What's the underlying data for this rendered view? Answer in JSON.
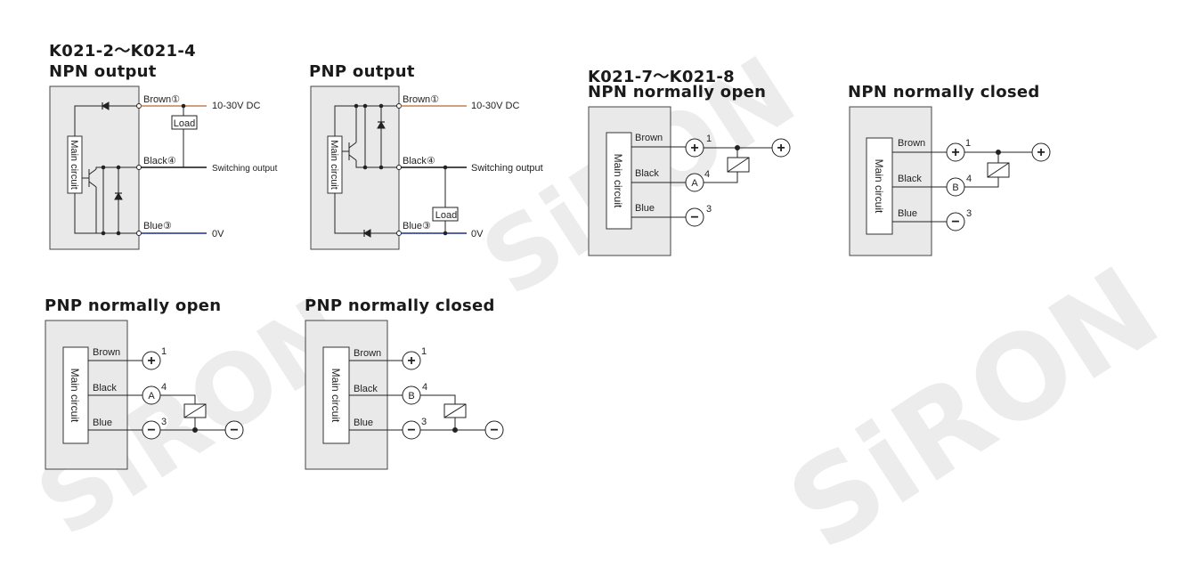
{
  "watermark": "SiRON",
  "section1": {
    "model_range": "K021-2～K021-4"
  },
  "section2": {
    "model_range": "K021-7～K021-8"
  },
  "colors": {
    "brown": "#b8672e",
    "blue": "#1c2f8f",
    "box_fill": "#e9e9e9",
    "line": "#222222"
  },
  "npn_output": {
    "title": "NPN output",
    "main_label": "Main circuit",
    "brown": "Brown①",
    "black": "Black④",
    "blue": "Blue③",
    "supply": "10-30V DC",
    "signal": "Switching output",
    "ground": "0V",
    "load": "Load"
  },
  "pnp_output": {
    "title": "PNP output",
    "main_label": "Main circuit",
    "brown": "Brown①",
    "black": "Black④",
    "blue": "Blue③",
    "supply": "10-30V DC",
    "signal": "Switching output",
    "ground": "0V",
    "load": "Load"
  },
  "npn_no": {
    "title": "NPN normally open",
    "main_label": "Main circuit",
    "brown": "Brown",
    "black": "Black",
    "blue": "Blue",
    "pin_brown": "1",
    "pin_black": "4",
    "pin_blue": "3",
    "sym_plus": "+",
    "sym_minus": "−",
    "sym_out": "A"
  },
  "npn_nc": {
    "title": "NPN normally closed",
    "main_label": "Main circuit",
    "brown": "Brown",
    "black": "Black",
    "blue": "Blue",
    "pin_brown": "1",
    "pin_black": "4",
    "pin_blue": "3",
    "sym_plus": "+",
    "sym_minus": "−",
    "sym_out": "B"
  },
  "pnp_no": {
    "title": "PNP normally open",
    "main_label": "Main circuit",
    "brown": "Brown",
    "black": "Black",
    "blue": "Blue",
    "pin_brown": "1",
    "pin_black": "4",
    "pin_blue": "3",
    "sym_plus": "+",
    "sym_minus": "−",
    "sym_out": "A"
  },
  "pnp_nc": {
    "title": "PNP normally closed",
    "main_label": "Main circuit",
    "brown": "Brown",
    "black": "Black",
    "blue": "Blue",
    "pin_brown": "1",
    "pin_black": "4",
    "pin_blue": "3",
    "sym_plus": "+",
    "sym_minus": "−",
    "sym_out": "B"
  }
}
